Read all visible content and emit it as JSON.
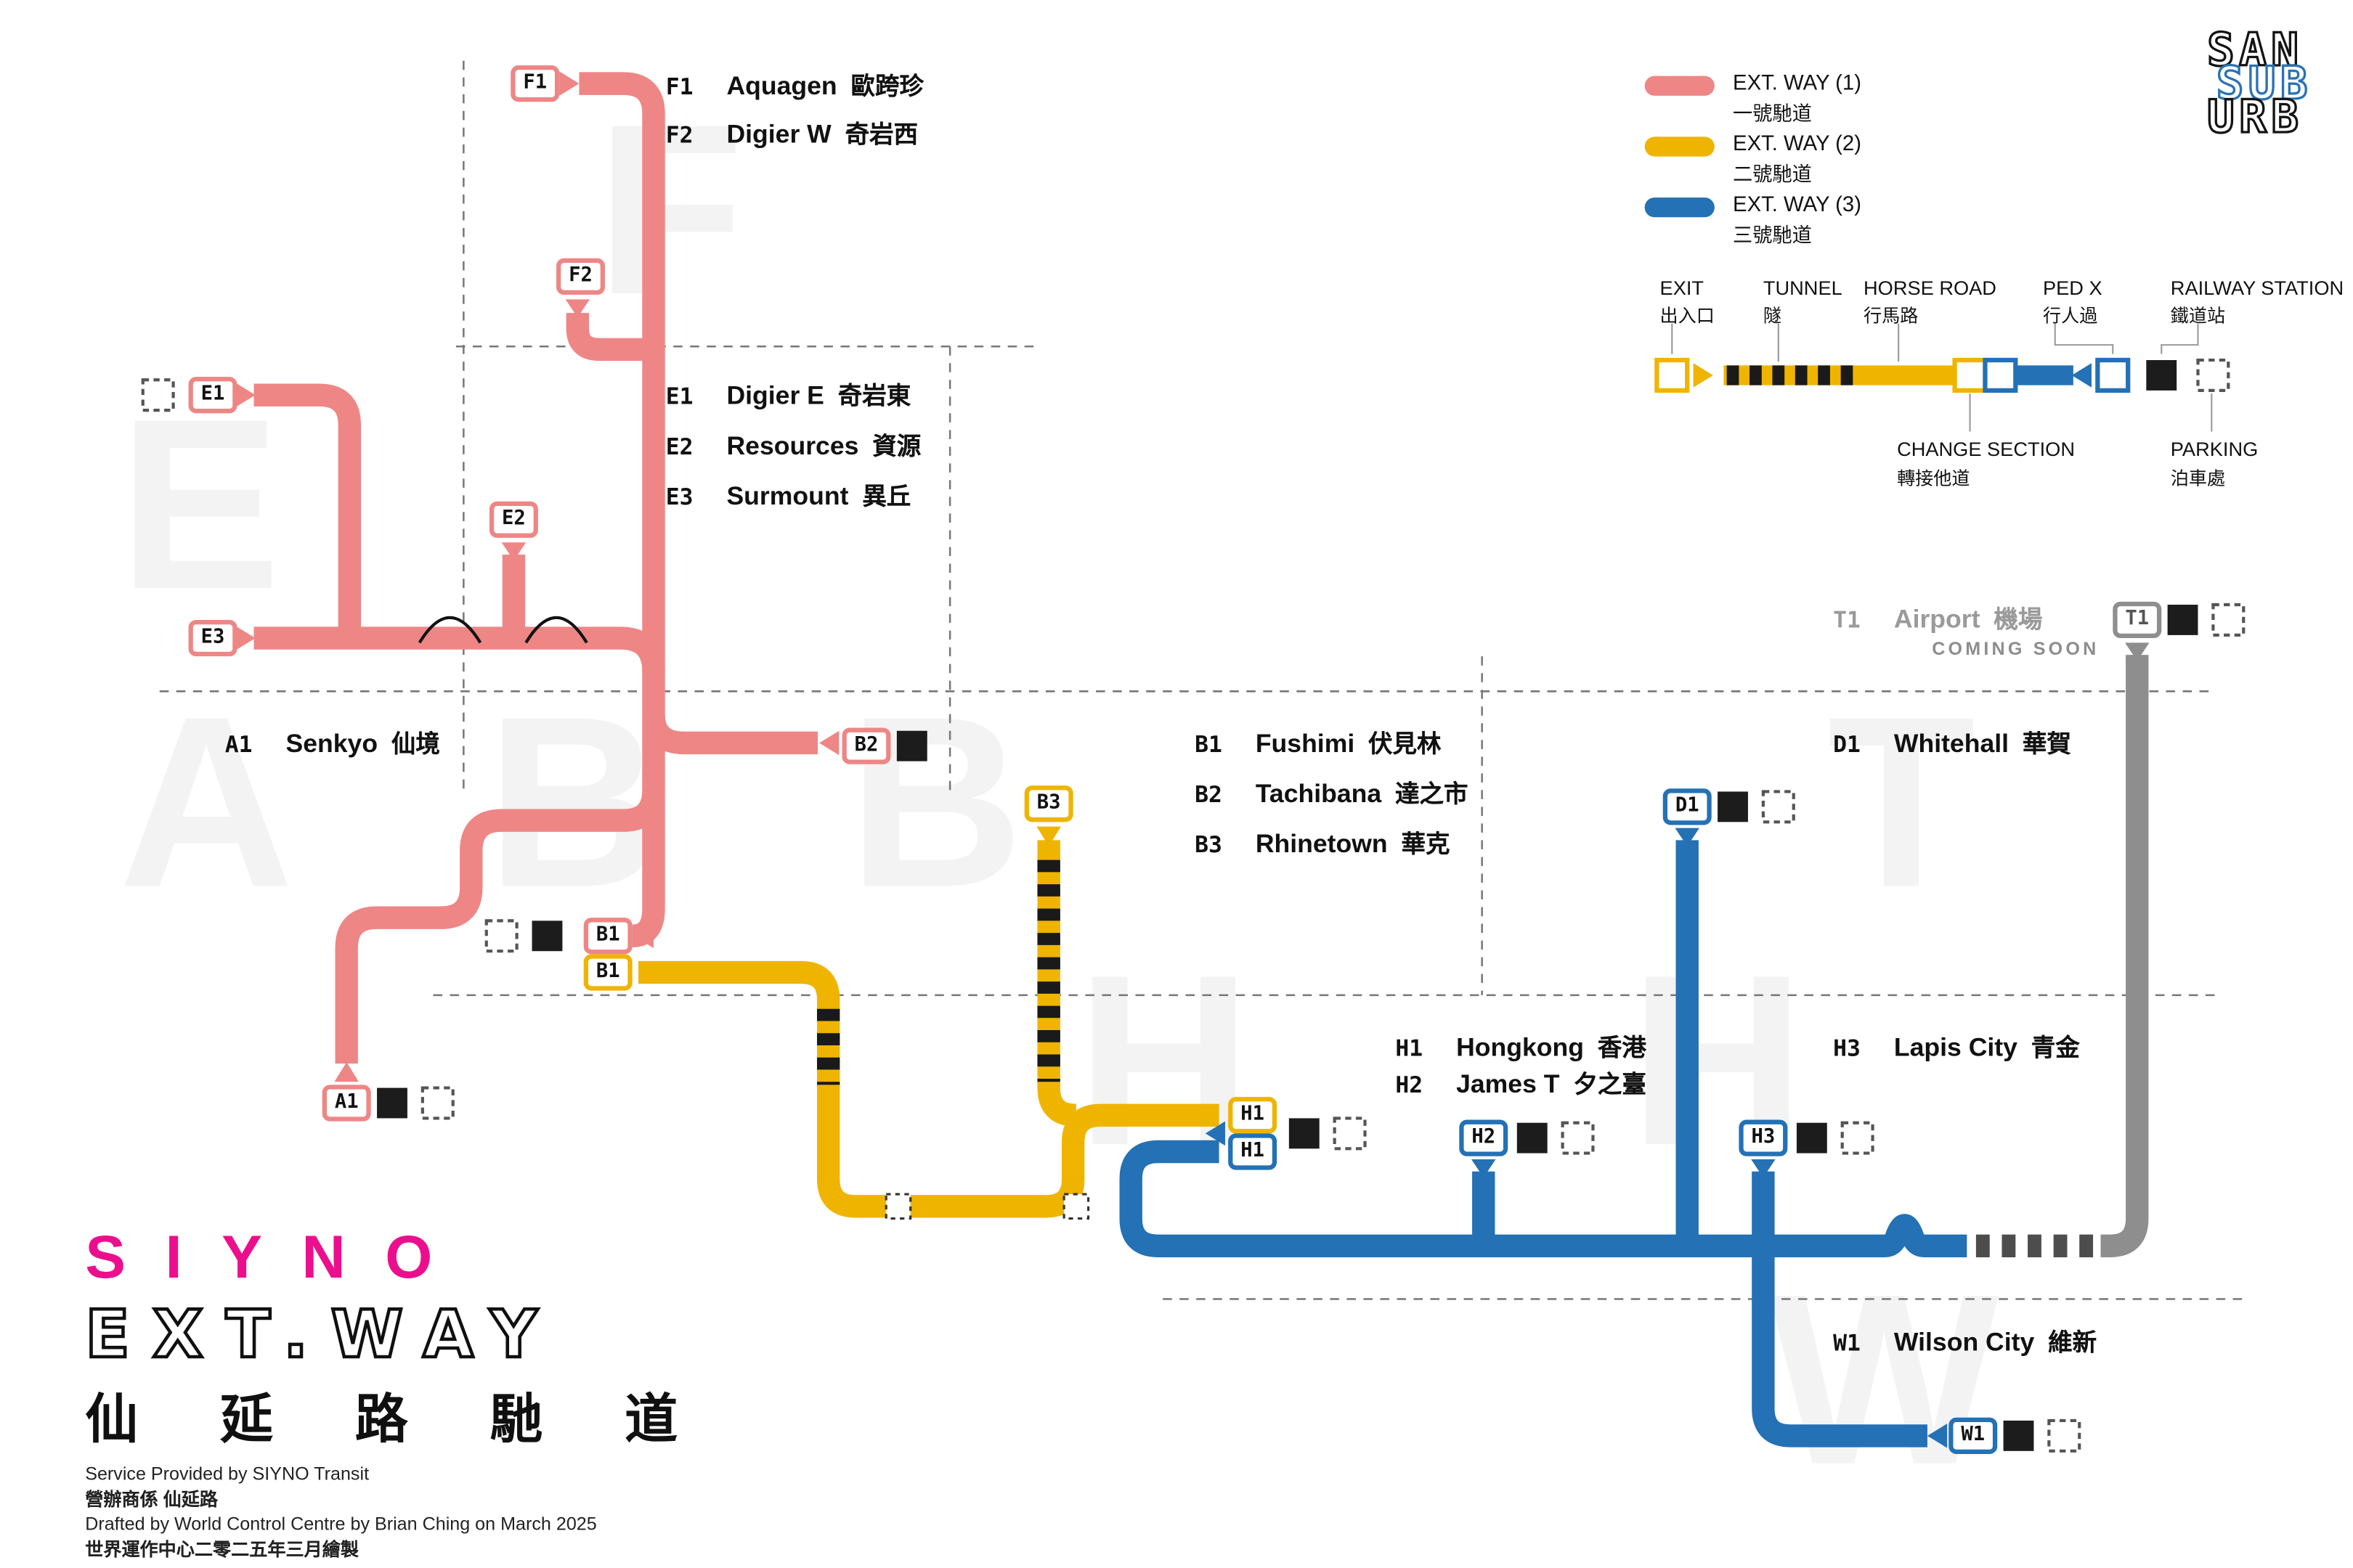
{
  "title": {
    "brand": "SIYNO",
    "line_name": "EXT.WAY",
    "line_name_cjk": "仙 延 路 馳 道"
  },
  "footer": {
    "l1": "Service Provided by SIYNO Transit",
    "l2": "營辦商係 仙延路",
    "l3": "Drafted by World Control Centre by Brian Ching on March 2025",
    "l4": "世界運作中心二零二五年三月繪製"
  },
  "logo": {
    "row1": "SAN",
    "row2": "SUB",
    "row3": "URB"
  },
  "colors": {
    "way1": "#EE8686",
    "way2": "#EFB400",
    "way3": "#2471B5",
    "coming_soon_grey": "#8E8E8E",
    "brand_magenta": "#EC0F8D",
    "tunnel_dash": "#1A1A1A"
  },
  "legend": {
    "ways": [
      {
        "label": "EXT. WAY (1)",
        "cjk": "一號馳道"
      },
      {
        "label": "EXT. WAY (2)",
        "cjk": "二號馳道"
      },
      {
        "label": "EXT. WAY (3)",
        "cjk": "三號馳道"
      }
    ],
    "icons": {
      "exit": {
        "label": "EXIT",
        "cjk": "出入口"
      },
      "tunnel": {
        "label": "TUNNEL",
        "cjk": "隧"
      },
      "horse_road": {
        "label": "HORSE ROAD",
        "cjk": "行馬路"
      },
      "ped_x": {
        "label": "PED X",
        "cjk": "行人過"
      },
      "railway_station": {
        "label": "RAILWAY STATION",
        "cjk": "鐵道站"
      },
      "change_section": {
        "label": "CHANGE SECTION",
        "cjk": "轉接他道"
      },
      "parking": {
        "label": "PARKING",
        "cjk": "泊車處"
      }
    }
  },
  "stations": {
    "F1": {
      "code": "F1",
      "name": "Aquagen",
      "cjk": "歐跨珍"
    },
    "F2": {
      "code": "F2",
      "name": "Digier W",
      "cjk": "奇岩西"
    },
    "E1": {
      "code": "E1",
      "name": "Digier E",
      "cjk": "奇岩東"
    },
    "E2": {
      "code": "E2",
      "name": "Resources",
      "cjk": "資源"
    },
    "E3": {
      "code": "E3",
      "name": "Surmount",
      "cjk": "異丘"
    },
    "A1": {
      "code": "A1",
      "name": "Senkyo",
      "cjk": "仙境"
    },
    "B1": {
      "code": "B1",
      "name": "Fushimi",
      "cjk": "伏見林"
    },
    "B2": {
      "code": "B2",
      "name": "Tachibana",
      "cjk": "達之市"
    },
    "B3": {
      "code": "B3",
      "name": "Rhinetown",
      "cjk": "華克"
    },
    "D1": {
      "code": "D1",
      "name": "Whitehall",
      "cjk": "華賀"
    },
    "H1": {
      "code": "H1",
      "name": "Hongkong",
      "cjk": "香港"
    },
    "H2": {
      "code": "H2",
      "name": "James T",
      "cjk": "夕之臺"
    },
    "H3": {
      "code": "H3",
      "name": "Lapis City",
      "cjk": "青金"
    },
    "W1": {
      "code": "W1",
      "name": "Wilson City",
      "cjk": "維新"
    },
    "T1": {
      "code": "T1",
      "name": "Airport",
      "cjk": "機場",
      "status": "COMING SOON"
    }
  },
  "watermarks": [
    "F",
    "E",
    "A",
    "B",
    "B",
    "T",
    "H",
    "H",
    "W"
  ]
}
